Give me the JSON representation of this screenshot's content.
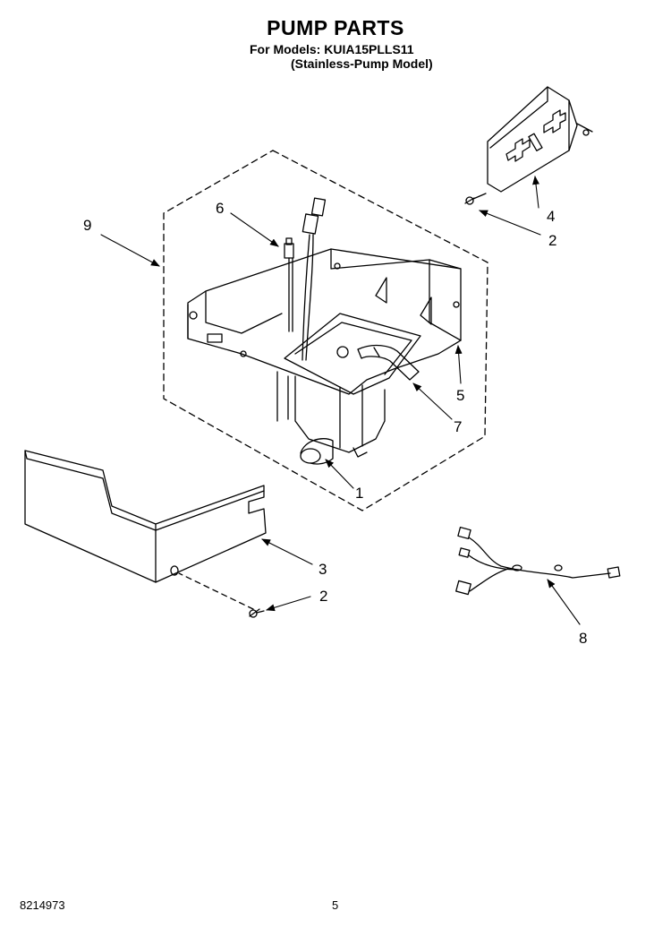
{
  "header": {
    "title": "PUMP PARTS",
    "models_line": "For Models: KUIA15PLLS11",
    "variant_line": "(Stainless-Pump Model)"
  },
  "footer": {
    "doc_number": "8214973",
    "page_number": "5"
  },
  "callouts": [
    {
      "id": "c1",
      "label": "1"
    },
    {
      "id": "c2a",
      "label": "2"
    },
    {
      "id": "c2b",
      "label": "2"
    },
    {
      "id": "c3",
      "label": "3"
    },
    {
      "id": "c4",
      "label": "4"
    },
    {
      "id": "c5",
      "label": "5"
    },
    {
      "id": "c6",
      "label": "6"
    },
    {
      "id": "c7",
      "label": "7"
    },
    {
      "id": "c8",
      "label": "8"
    },
    {
      "id": "c9",
      "label": "9"
    }
  ]
}
